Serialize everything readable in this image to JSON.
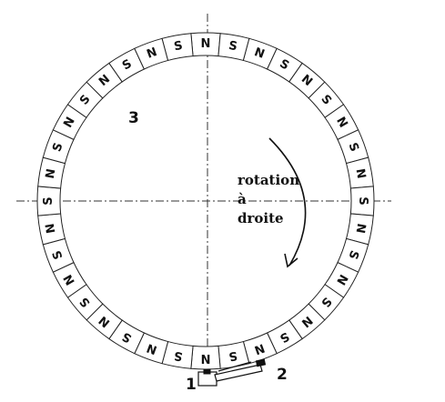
{
  "ring": {
    "poles": [
      "N",
      "S",
      "N",
      "S",
      "N",
      "S",
      "N",
      "S",
      "N",
      "S",
      "N",
      "S",
      "N",
      "S",
      "N",
      "S",
      "N",
      "S",
      "N",
      "S",
      "N",
      "S",
      "N",
      "S",
      "N",
      "S",
      "N",
      "S",
      "N",
      "S",
      "N",
      "S",
      "N",
      "S",
      "N",
      "S"
    ],
    "start_angle_deg": -90
  },
  "labels": {
    "label_3": "3",
    "rotation_line1": "rotation",
    "rotation_line2": "à",
    "rotation_line3": "droite",
    "label_1": "1",
    "label_2": "2"
  }
}
